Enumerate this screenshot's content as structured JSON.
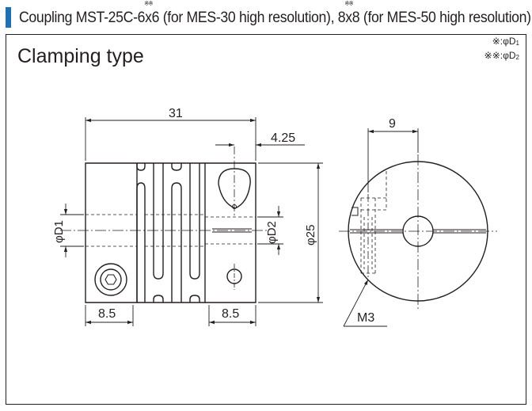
{
  "header": {
    "title_prefix": "Coupling MST-25C-",
    "mark1": "6x6",
    "mid": " (for MES-30 high resolution), ",
    "mark2": "8x8",
    "suffix": " (for MES-50 high resolution)",
    "mark_dots": "※※",
    "accent_color": "#1f6fb5"
  },
  "section_title": "Clamping type",
  "notes": {
    "line1_prefix": "※:",
    "line1_sym": "φD",
    "line1_sub": "1",
    "line2_prefix": "※※:",
    "line2_sym": "φD",
    "line2_sub": "2"
  },
  "dimensions": {
    "length": "31",
    "offset": "4.25",
    "left_width": "8.5",
    "right_width": "8.5",
    "bore1": "φD1",
    "bore2": "φD2",
    "outer_dia": "φ25",
    "side_offset": "9",
    "screw": "M3"
  }
}
